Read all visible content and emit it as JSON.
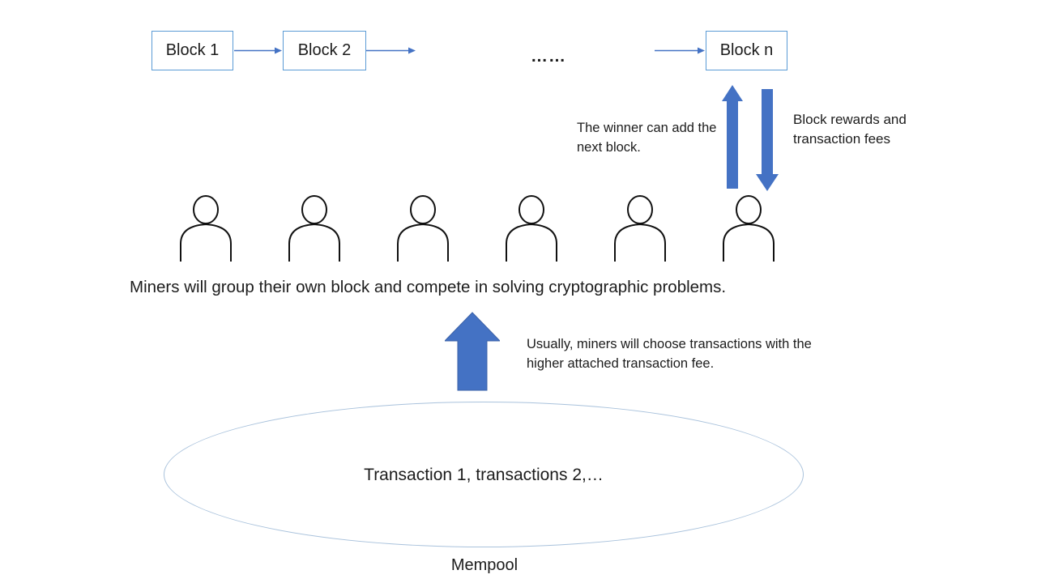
{
  "colors": {
    "arrow_blue": "#4472C4",
    "block_border_blue": "#5B9BD5",
    "ellipse_border_blue": "#A9C2DC",
    "text": "#1c1c1c"
  },
  "chain": {
    "blocks": [
      {
        "label": "Block 1"
      },
      {
        "label": "Block 2"
      },
      {
        "label": "Block n"
      }
    ],
    "dots": "……"
  },
  "labels": {
    "winner": "The winner can add the next block.",
    "rewards": "Block rewards and transaction fees",
    "miners_caption": "Miners will group their own block and compete in solving cryptographic problems.",
    "choose": "Usually, miners will choose transactions with the higher attached transaction fee."
  },
  "miners": {
    "count": 6
  },
  "mempool": {
    "content": "Transaction 1, transactions 2,…",
    "label": "Mempool"
  }
}
